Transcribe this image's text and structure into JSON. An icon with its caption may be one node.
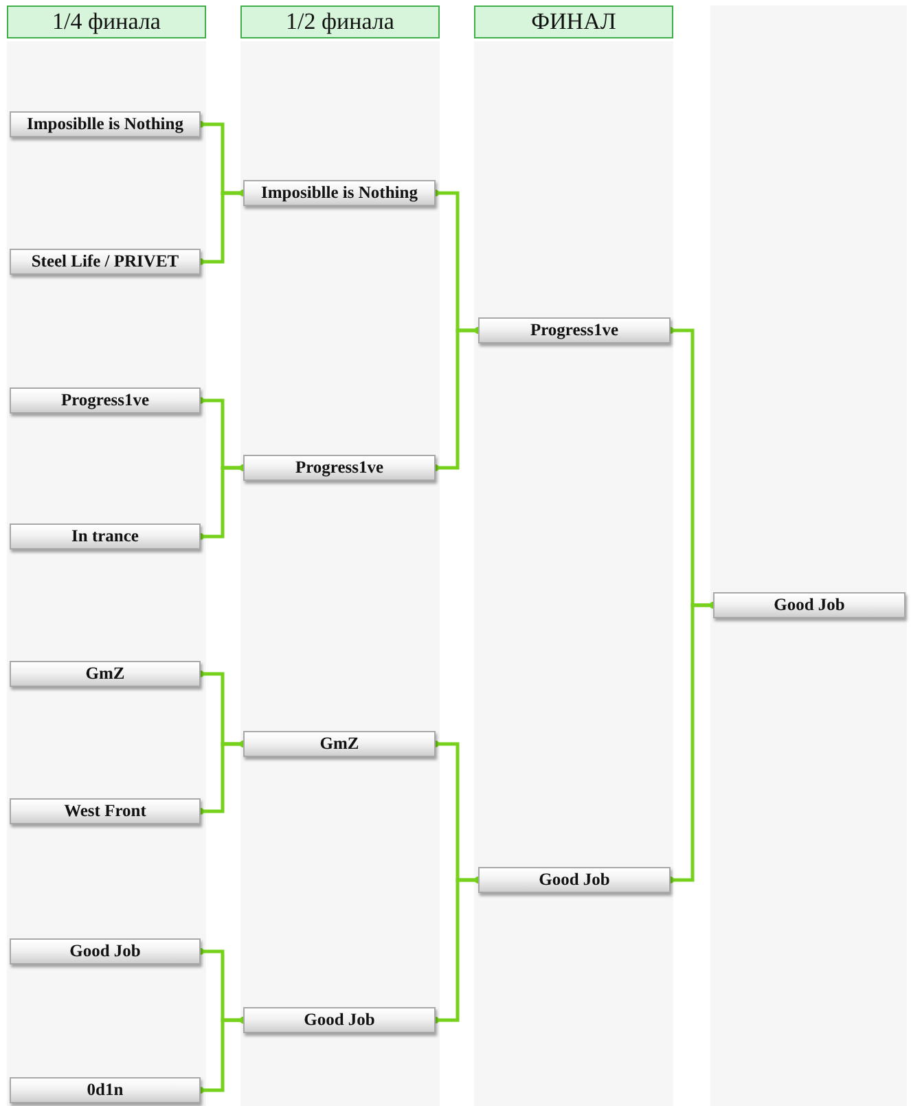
{
  "diagram": {
    "nodes": [
      {
        "text": [
          "1/4 финала"
        ]
      },
      {
        "text": [
          "1/2 финала"
        ]
      },
      {
        "text": [
          "ФИНАЛ"
        ]
      },
      {
        "text": [
          "Imposiblle is Nothing"
        ]
      },
      {
        "text": [
          "Steel Life / PRIVET"
        ]
      },
      {
        "text": [
          "Progress1ve"
        ]
      },
      {
        "text": [
          "In trance"
        ]
      },
      {
        "text": [
          "GmZ"
        ]
      },
      {
        "text": [
          "West Front"
        ]
      },
      {
        "text": [
          "Good Job"
        ]
      },
      {
        "text": [
          "0d1n"
        ]
      },
      {
        "text": [
          "Imposiblle is Nothing"
        ]
      },
      {
        "text": [
          "Progress1ve"
        ]
      },
      {
        "text": [
          "GmZ"
        ]
      },
      {
        "text": [
          "Good Job"
        ]
      },
      {
        "text": [
          "Progress1ve"
        ]
      },
      {
        "text": [
          "Good Job"
        ]
      },
      {
        "text": [
          "Good Job"
        ]
      }
    ],
    "edges": [
      {
        "from": 3,
        "to": 11,
        "arrow": "other"
      },
      {
        "from": 4,
        "to": 11,
        "arrow": "other"
      },
      {
        "from": 5,
        "to": 12,
        "arrow": "other"
      },
      {
        "from": 6,
        "to": 12,
        "arrow": "other"
      },
      {
        "from": 7,
        "to": 13,
        "arrow": "other"
      },
      {
        "from": 8,
        "to": 13,
        "arrow": "other"
      },
      {
        "from": 9,
        "to": 14,
        "arrow": "other"
      },
      {
        "from": 10,
        "to": 14,
        "arrow": "other"
      },
      {
        "from": 11,
        "to": 15,
        "arrow": "other"
      },
      {
        "from": 12,
        "to": 15,
        "arrow": "other"
      },
      {
        "from": 13,
        "to": 16,
        "arrow": "other"
      },
      {
        "from": 14,
        "to": 16,
        "arrow": "other"
      },
      {
        "from": 15,
        "to": 17,
        "arrow": "other"
      },
      {
        "from": 16,
        "to": 17,
        "arrow": "other"
      }
    ]
  }
}
